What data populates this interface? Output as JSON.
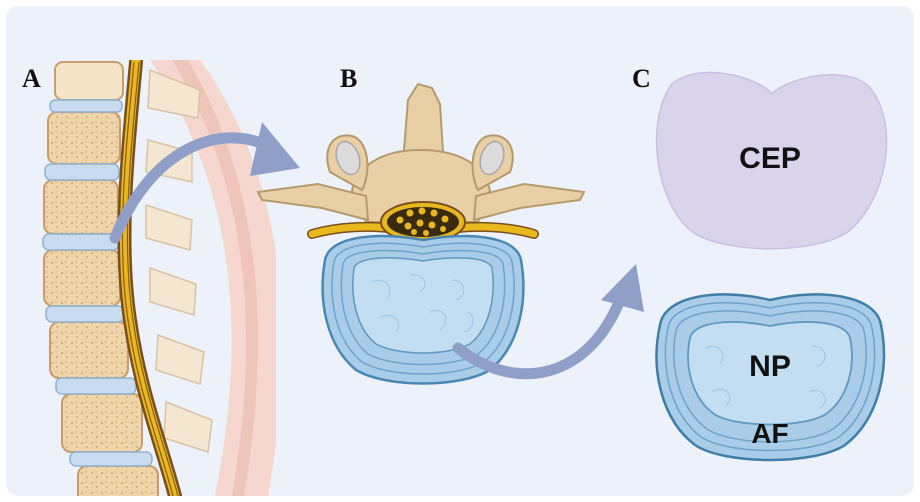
{
  "panels": {
    "a": {
      "label": "A"
    },
    "b": {
      "label": "B"
    },
    "c": {
      "label": "C"
    }
  },
  "structures": {
    "cep": {
      "label": "CEP"
    },
    "np": {
      "label": "NP"
    },
    "af": {
      "label": "AF"
    }
  },
  "colors": {
    "background": "#edf2fa",
    "bone": "#e9cfa6",
    "bone_outline": "#b59a6e",
    "disc_blue": "#9fc9e6",
    "disc_outline": "#4a88b3",
    "nerve_yellow": "#e8b81e",
    "cep_purple": "#d9d3ec",
    "arrow": "#8f9fc7"
  }
}
